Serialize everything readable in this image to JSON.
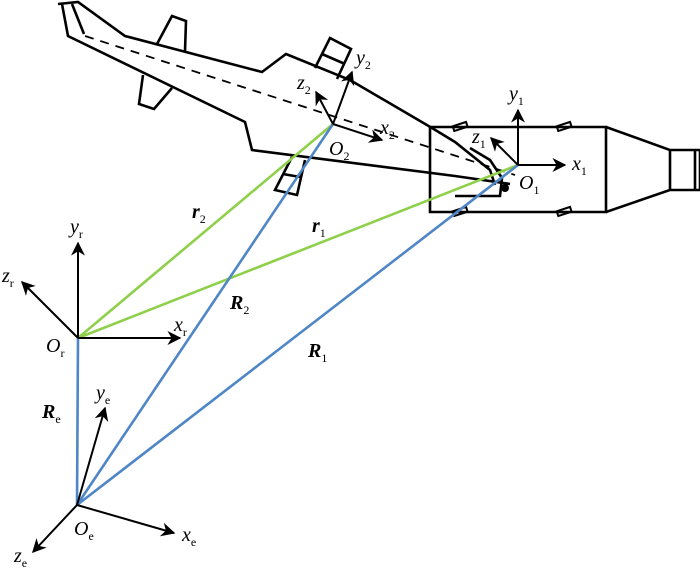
{
  "figure": {
    "title": "Coordinate frames and position vectors for aircraft-to-pod relative geometry",
    "frames": {
      "earth": {
        "origin": "O",
        "origin_sub": "e",
        "x": "x",
        "x_sub": "e",
        "y": "y",
        "y_sub": "e",
        "z": "z",
        "z_sub": "e"
      },
      "reference": {
        "origin": "O",
        "origin_sub": "r",
        "x": "x",
        "x_sub": "r",
        "y": "y",
        "y_sub": "r",
        "z": "z",
        "z_sub": "r"
      },
      "body1": {
        "origin": "O",
        "origin_sub": "1",
        "x": "x",
        "x_sub": "1",
        "y": "y",
        "y_sub": "1",
        "z": "z",
        "z_sub": "1"
      },
      "body2": {
        "origin": "O",
        "origin_sub": "2",
        "x": "x",
        "x_sub": "2",
        "y": "y",
        "y_sub": "2",
        "z": "z",
        "z_sub": "2"
      }
    },
    "vectors": {
      "Re": {
        "sym": "R",
        "sub": "e",
        "color": "#4f86c6"
      },
      "R1": {
        "sym": "R",
        "sub": "1",
        "color": "#4f86c6"
      },
      "R2": {
        "sym": "R",
        "sub": "2",
        "color": "#4f86c6"
      },
      "r1": {
        "sym": "r",
        "sub": "1",
        "color": "#8ed04a"
      },
      "r2": {
        "sym": "r",
        "sub": "2",
        "color": "#8ed04a"
      }
    }
  }
}
